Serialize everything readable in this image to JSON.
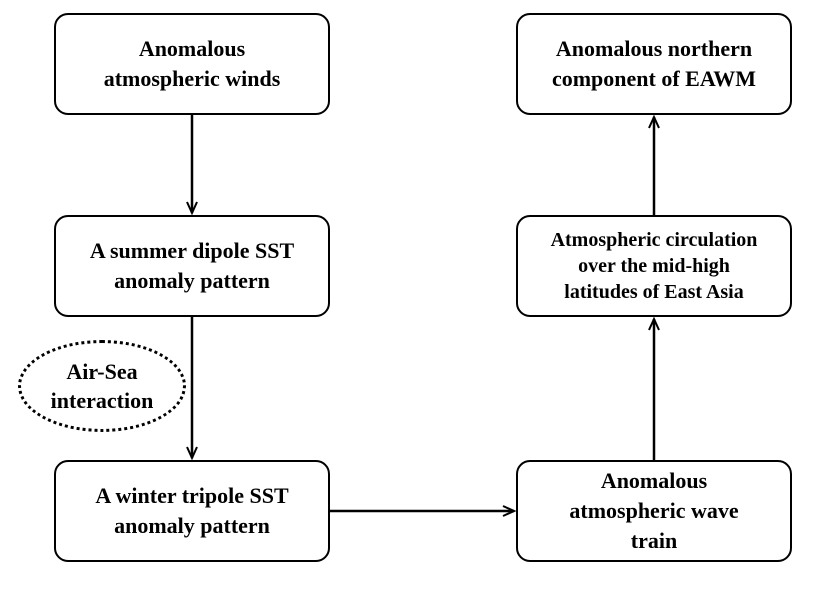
{
  "boxes": {
    "anomalous_winds": [
      "Anomalous",
      "atmospheric winds"
    ],
    "summer_dipole": [
      "A summer dipole SST",
      "anomaly pattern"
    ],
    "winter_tripole": [
      "A winter tripole SST",
      "anomaly pattern"
    ],
    "eawm_component": [
      "Anomalous northern",
      "component of EAWM"
    ],
    "circulation": [
      "Atmospheric circulation",
      "over the mid-high",
      "latitudes of East Asia"
    ],
    "wave_train": [
      "Anomalous",
      "atmospheric wave",
      "train"
    ]
  },
  "oval": [
    "Air-Sea",
    "interaction"
  ]
}
